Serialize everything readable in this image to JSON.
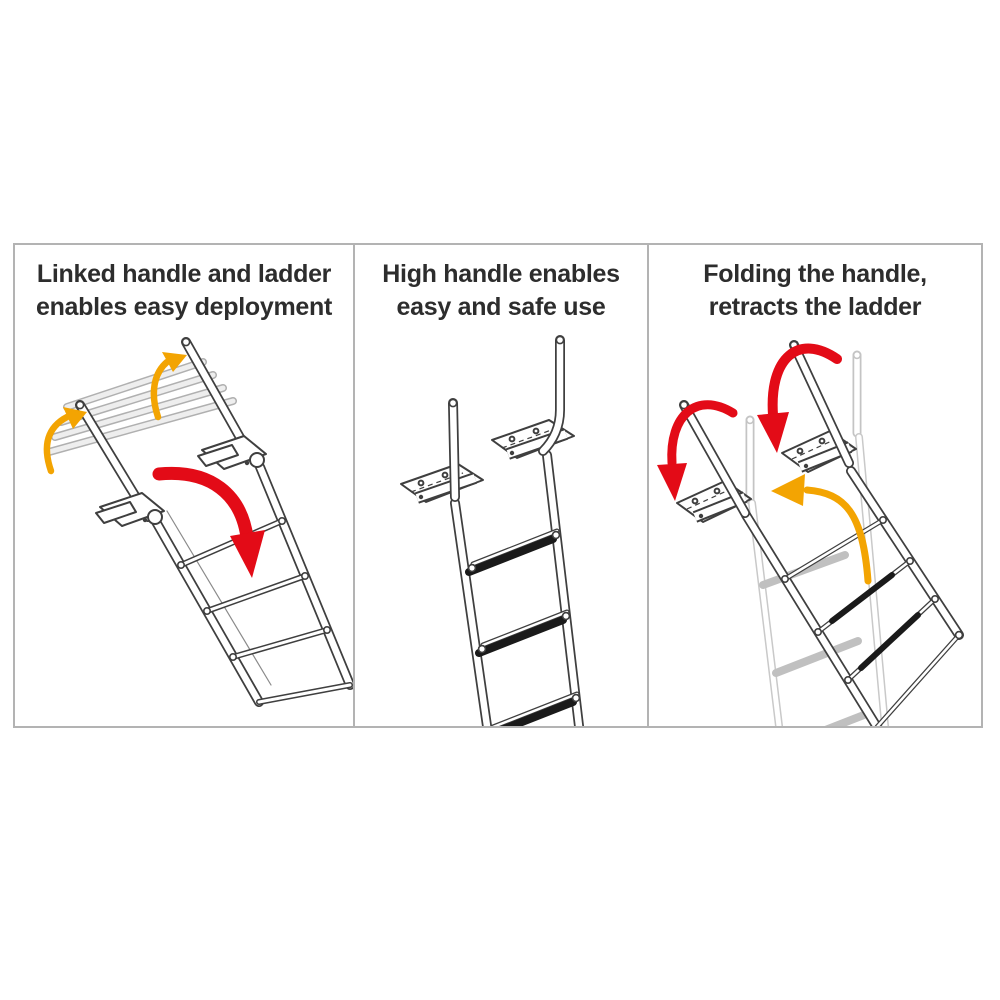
{
  "figure": {
    "description": "Three-step instructional diagram for a linked handle and folding ladder",
    "panels": [
      {
        "id": "deploy",
        "title_lines": [
          "Linked handle and ladder",
          "enables easy deployment"
        ]
      },
      {
        "id": "use",
        "title_lines": [
          "High handle enables",
          "easy and safe use"
        ]
      },
      {
        "id": "retract",
        "title_lines": [
          "Folding the handle,",
          "retracts the ladder"
        ]
      }
    ],
    "colors": {
      "arrow_red": "#e30b17",
      "arrow_yellow": "#f3a402",
      "line_art": "#3f3f3f",
      "ghost_gray": "#c4c4c4",
      "panel_border": "#b3b3b3",
      "caption_text": "#2d2d2d",
      "background": "#ffffff"
    }
  }
}
